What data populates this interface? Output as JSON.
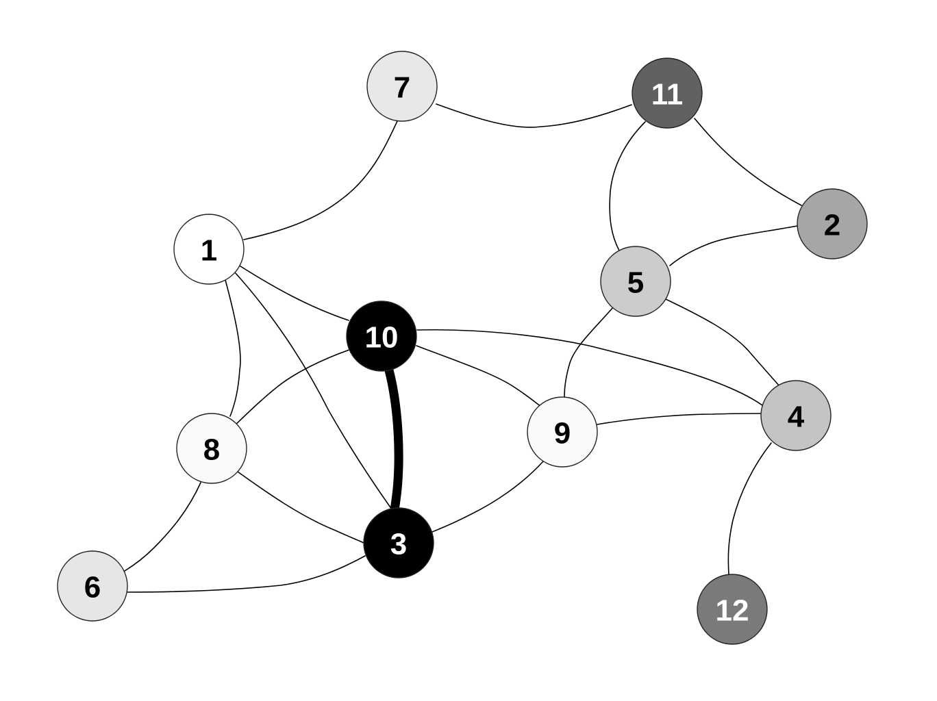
{
  "graph": {
    "nodes": [
      {
        "id": "1",
        "label": "1",
        "fill": "#ffffff",
        "text_color": "#000000"
      },
      {
        "id": "2",
        "label": "2",
        "fill": "#a6a6a6",
        "text_color": "#000000"
      },
      {
        "id": "3",
        "label": "3",
        "fill": "#000000",
        "text_color": "#ffffff"
      },
      {
        "id": "4",
        "label": "4",
        "fill": "#c4c4c4",
        "text_color": "#000000"
      },
      {
        "id": "5",
        "label": "5",
        "fill": "#cccccc",
        "text_color": "#000000"
      },
      {
        "id": "6",
        "label": "6",
        "fill": "#e6e6e6",
        "text_color": "#000000"
      },
      {
        "id": "7",
        "label": "7",
        "fill": "#e8e8e8",
        "text_color": "#000000"
      },
      {
        "id": "8",
        "label": "8",
        "fill": "#fafafa",
        "text_color": "#000000"
      },
      {
        "id": "9",
        "label": "9",
        "fill": "#fafafa",
        "text_color": "#000000"
      },
      {
        "id": "10",
        "label": "10",
        "fill": "#000000",
        "text_color": "#ffffff"
      },
      {
        "id": "11",
        "label": "11",
        "fill": "#616161",
        "text_color": "#ffffff"
      },
      {
        "id": "12",
        "label": "12",
        "fill": "#7a7a7a",
        "text_color": "#ffffff"
      }
    ],
    "edges": [
      {
        "from": "7",
        "to": "11"
      },
      {
        "from": "7",
        "to": "1"
      },
      {
        "from": "11",
        "to": "5"
      },
      {
        "from": "11",
        "to": "2"
      },
      {
        "from": "2",
        "to": "5"
      },
      {
        "from": "1",
        "to": "10"
      },
      {
        "from": "1",
        "to": "8"
      },
      {
        "from": "1",
        "to": "3"
      },
      {
        "from": "10",
        "to": "3",
        "emphasis": "thick"
      },
      {
        "from": "10",
        "to": "8"
      },
      {
        "from": "10",
        "to": "9"
      },
      {
        "from": "10",
        "to": "4"
      },
      {
        "from": "5",
        "to": "9"
      },
      {
        "from": "5",
        "to": "4"
      },
      {
        "from": "9",
        "to": "4"
      },
      {
        "from": "9",
        "to": "3"
      },
      {
        "from": "8",
        "to": "3"
      },
      {
        "from": "8",
        "to": "6"
      },
      {
        "from": "6",
        "to": "3"
      },
      {
        "from": "4",
        "to": "12"
      }
    ]
  }
}
